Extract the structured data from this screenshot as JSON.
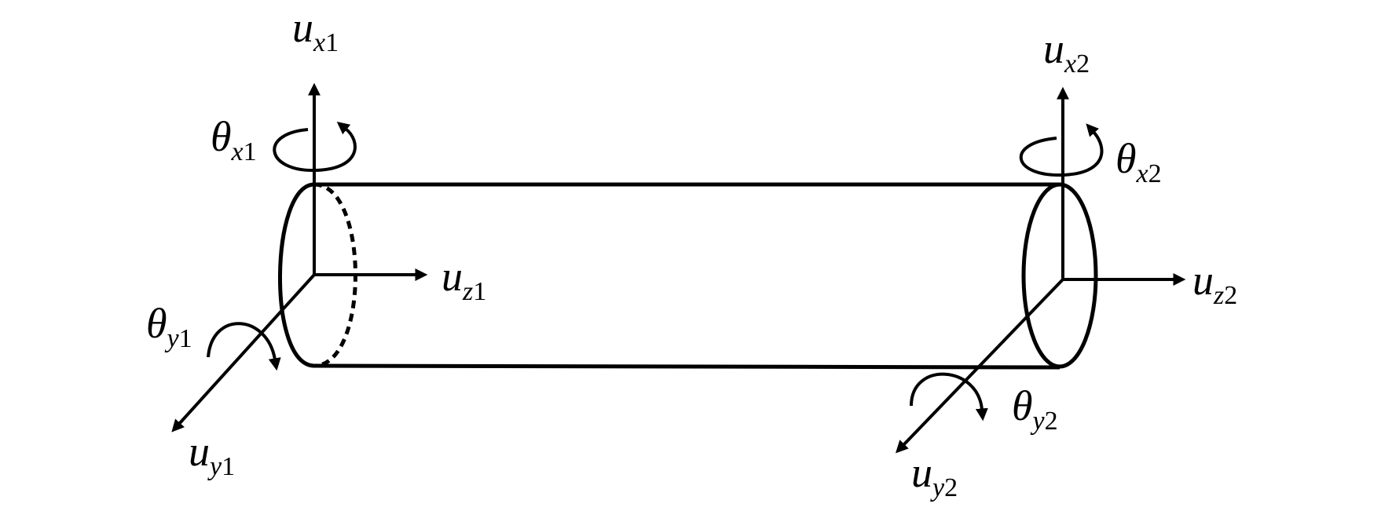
{
  "colors": {
    "stroke": "#000000",
    "background": "#ffffff"
  },
  "labels": {
    "ux1": {
      "symbol": "u",
      "sub_var": "x",
      "sub_num": "1"
    },
    "thx1": {
      "symbol": "θ",
      "sub_var": "x",
      "sub_num": "1"
    },
    "uz1": {
      "symbol": "u",
      "sub_var": "z",
      "sub_num": "1"
    },
    "thy1": {
      "symbol": "θ",
      "sub_var": "y",
      "sub_num": "1"
    },
    "uy1": {
      "symbol": "u",
      "sub_var": "y",
      "sub_num": "1"
    },
    "ux2": {
      "symbol": "u",
      "sub_var": "x",
      "sub_num": "2"
    },
    "thx2": {
      "symbol": "θ",
      "sub_var": "x",
      "sub_num": "2"
    },
    "uz2": {
      "symbol": "u",
      "sub_var": "z",
      "sub_num": "2"
    },
    "thy2": {
      "symbol": "θ",
      "sub_var": "y",
      "sub_num": "2"
    },
    "uy2": {
      "symbol": "u",
      "sub_var": "y",
      "sub_num": "2"
    }
  }
}
